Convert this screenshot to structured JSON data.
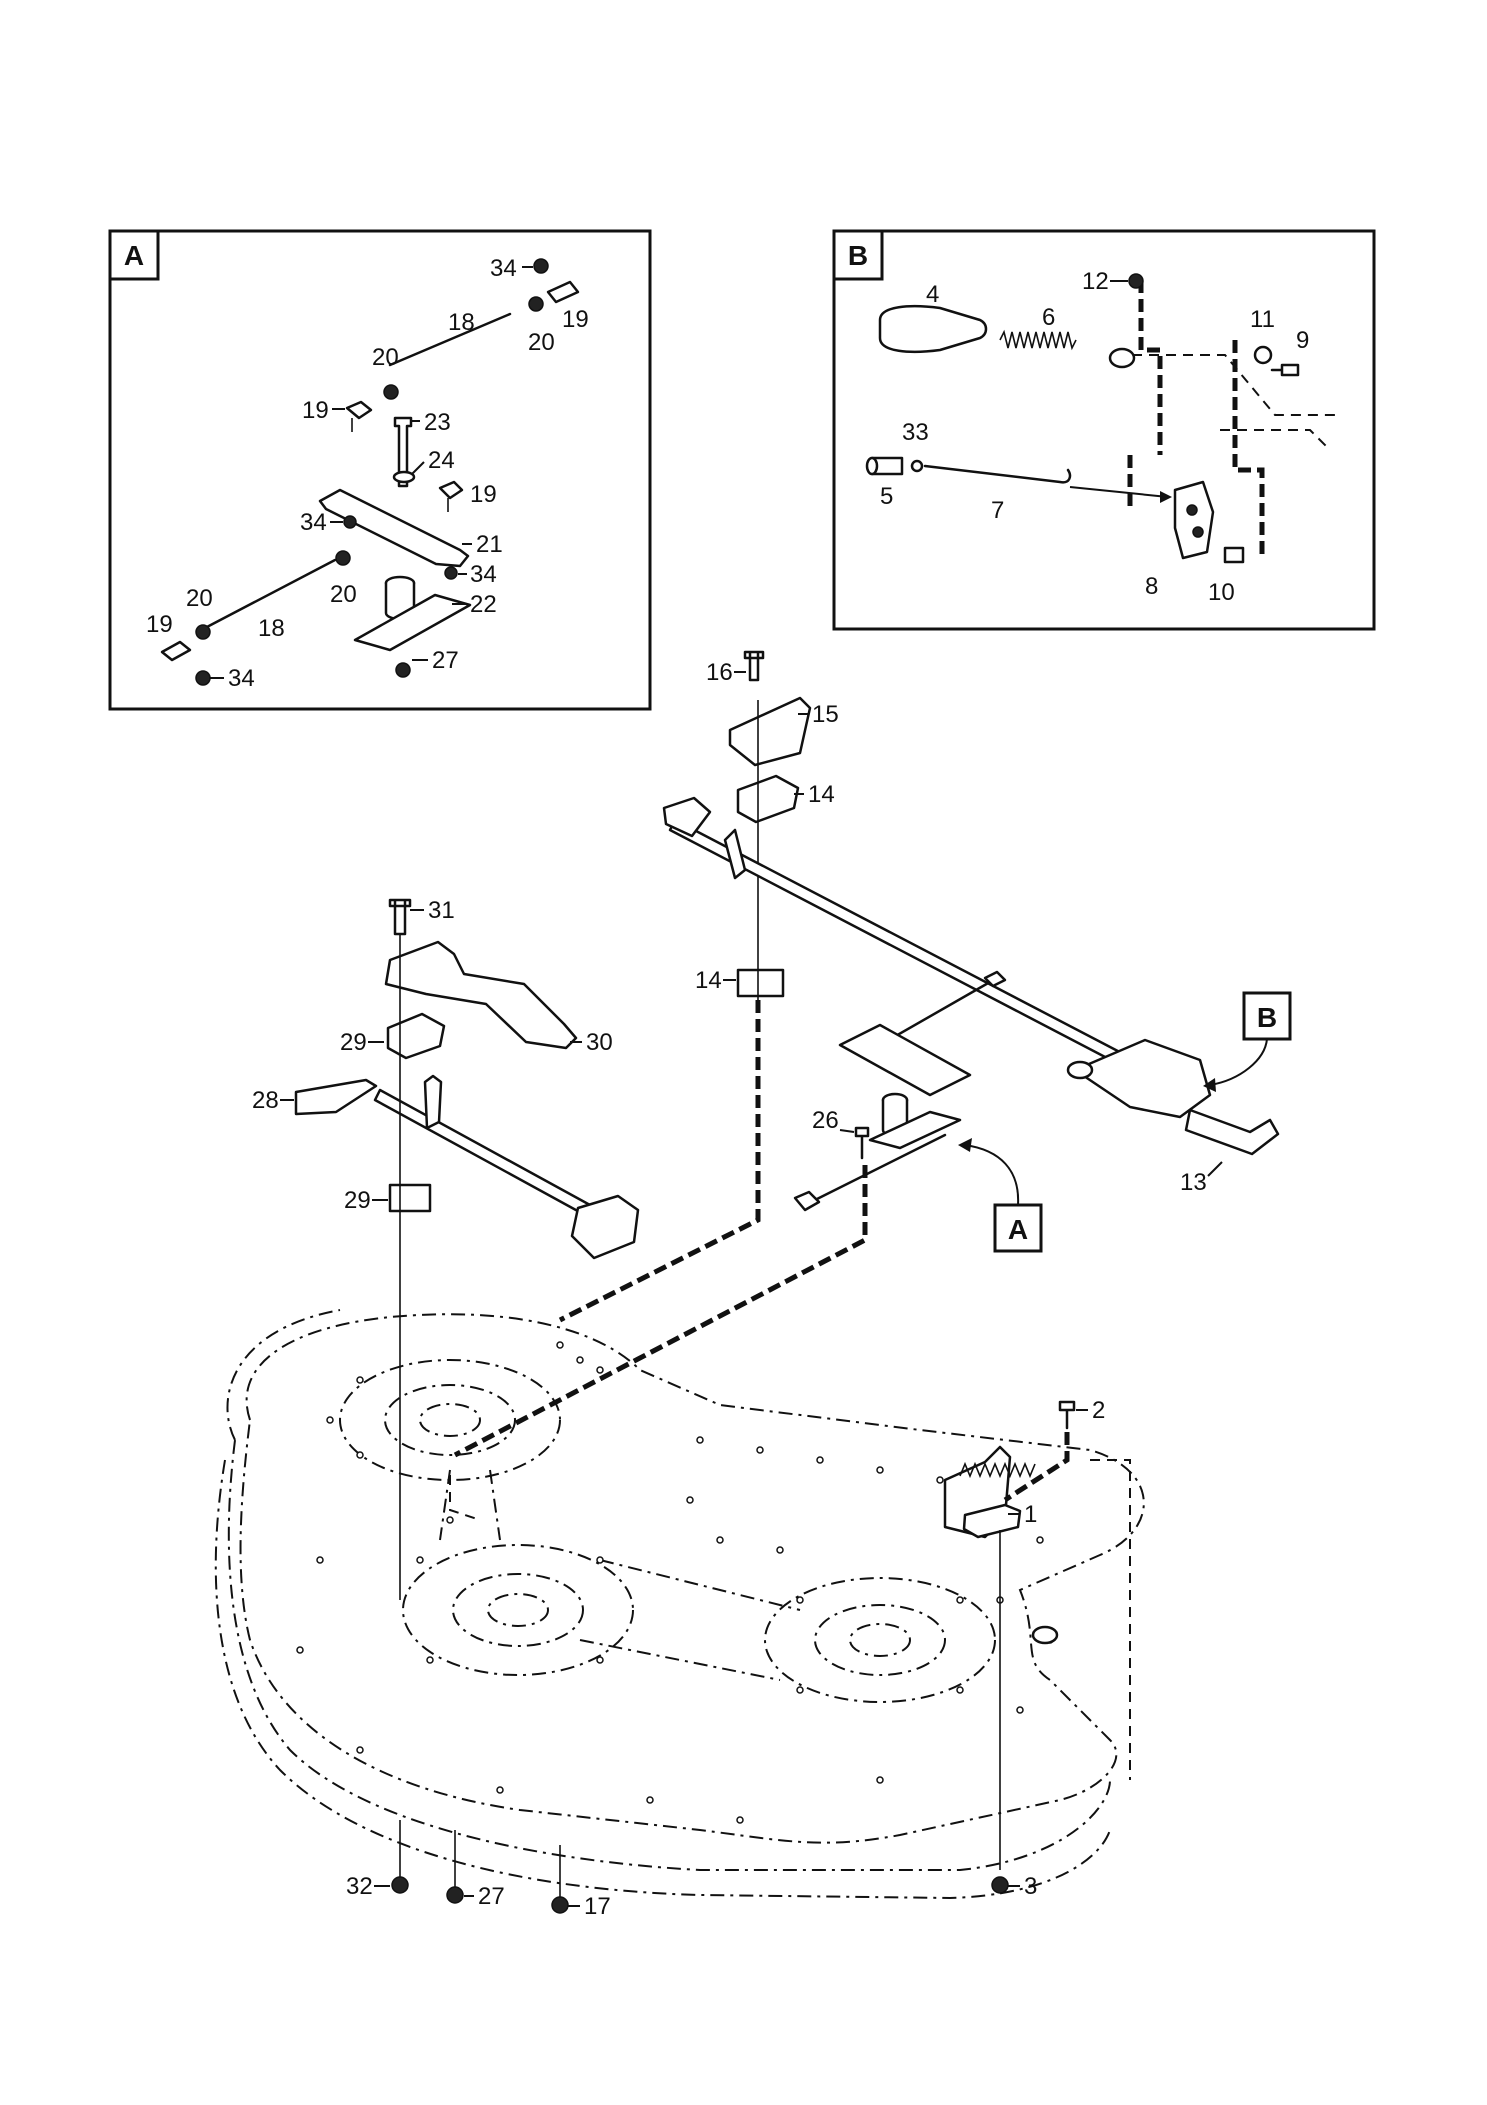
{
  "detail_boxes": {
    "a": {
      "tag": "A"
    },
    "b": {
      "tag": "B"
    }
  },
  "callouts_main": {
    "a": "A",
    "b": "B"
  },
  "parts": {
    "p1": "1",
    "p2": "2",
    "p3": "3",
    "p4": "4",
    "p5": "5",
    "p6": "6",
    "p7": "7",
    "p8": "8",
    "p9": "9",
    "p10": "10",
    "p11": "11",
    "p12": "12",
    "p13": "13",
    "p14": "14",
    "p15": "15",
    "p16": "16",
    "p17": "17",
    "p18": "18",
    "p19": "19",
    "p20": "20",
    "p21": "21",
    "p22": "22",
    "p23": "23",
    "p24": "24",
    "p26": "26",
    "p27": "27",
    "p28": "28",
    "p29": "29",
    "p30": "30",
    "p31": "31",
    "p32": "32",
    "p33": "33",
    "p34": "34"
  }
}
